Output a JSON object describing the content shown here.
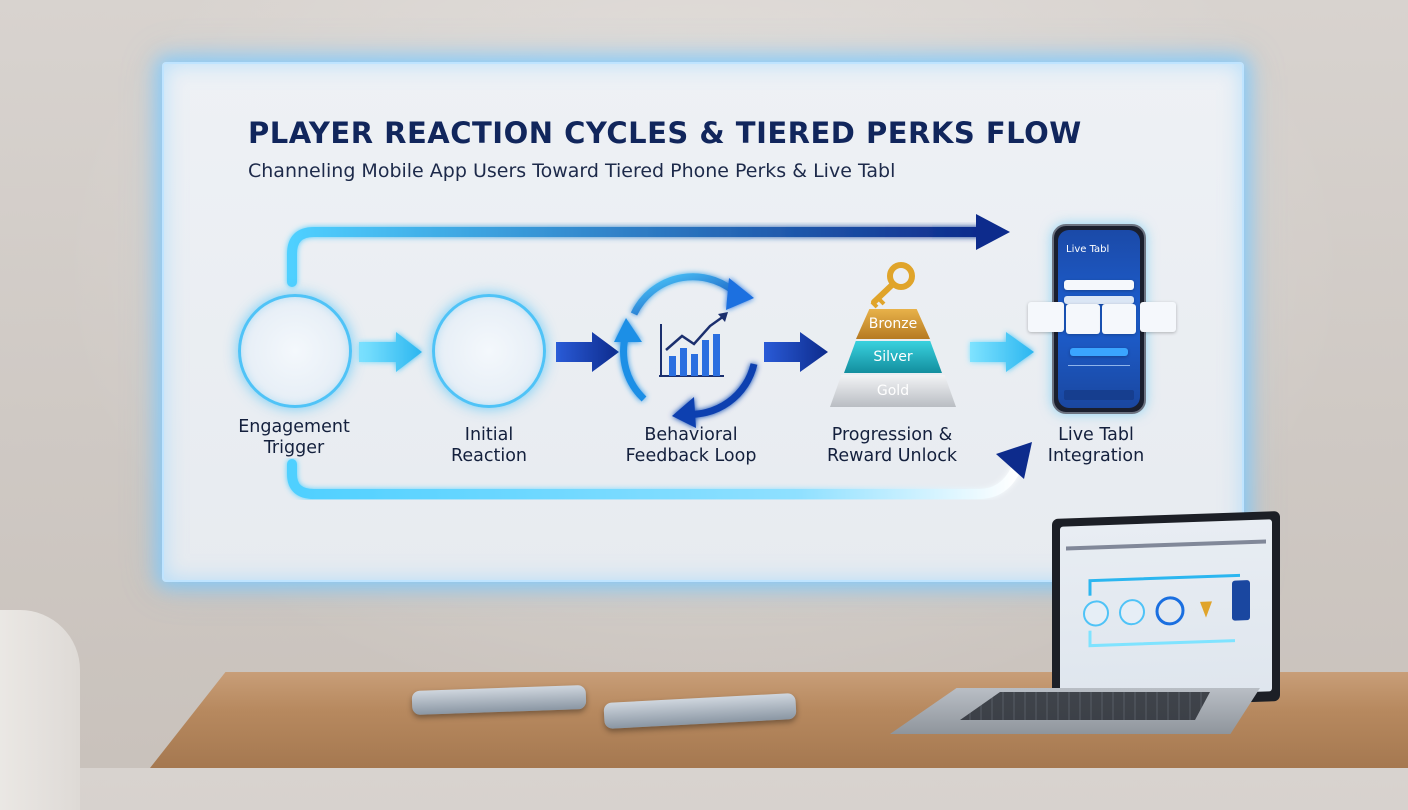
{
  "diagram": {
    "title": "PLAYER REACTION CYCLES & TIERED PERKS FLOW",
    "subtitle": "Channeling Mobile App Users Toward Tiered Phone Perks & Live Tabl",
    "stages": [
      {
        "line1": "Engagement",
        "line2": "Trigger"
      },
      {
        "line1": "Initial",
        "line2": "Reaction"
      },
      {
        "line1": "Behavioral",
        "line2": "Feedback Loop"
      },
      {
        "line1": "Progression &",
        "line2": "Reward Unlock"
      },
      {
        "line1": "Live Tabl",
        "line2": "Integration"
      }
    ],
    "tiers": [
      "Bronze",
      "Silver",
      "Gold"
    ],
    "phone_title": "Live Tabl"
  },
  "colors": {
    "navy": "#11265c",
    "arrow_light": "#4fc3f7",
    "arrow_dark": "#0d2b8c",
    "bronze": "#c98a2e",
    "silver": "#1fb5c4",
    "gold": "#c9ccd1"
  },
  "icons": [
    "chat-phone-icon",
    "surprised-user-icon",
    "feedback-chart-icon",
    "key-icon",
    "tier-pyramid-icon",
    "smartphone-app-icon"
  ]
}
